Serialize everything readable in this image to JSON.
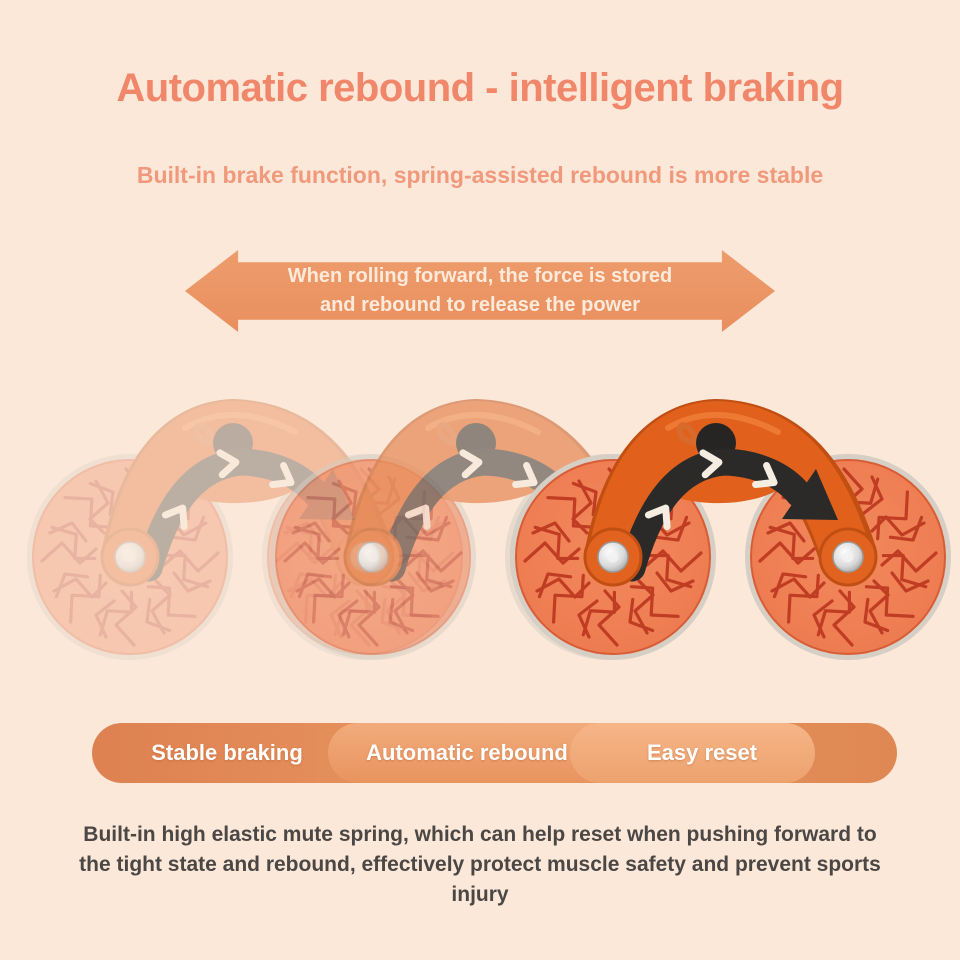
{
  "page": {
    "background": "#fbe8d9",
    "type": "product-promo-graphic"
  },
  "header": {
    "title": "Automatic rebound - intelligent braking",
    "subtitle": "Built-in brake function, spring-assisted rebound is more stable"
  },
  "banner": {
    "shape": "double-headed-arrow",
    "line1": "When rolling forward, the force is stored",
    "line2": "and rebound to release the power"
  },
  "product": {
    "illustration": "ab-roller-wheel",
    "motion_ghost_copies": 2,
    "rotation_arrow": "clockwise-rotation-arrow-with-chevrons"
  },
  "features": [
    {
      "label": "Stable braking"
    },
    {
      "label": "Automatic rebound"
    },
    {
      "label": "Easy reset"
    }
  ],
  "footer": {
    "description": "Built-in high elastic mute spring, which can help reset when pushing forward to the tight state and rebound, effectively protect muscle safety and prevent sports injury"
  },
  "colors": {
    "background": "#fbe8d9",
    "title": "#f1876a",
    "subtitle": "#f0997c",
    "banner_fill": "#ec9565",
    "banner_text": "#fdeada",
    "pill_dark": "#dd8150",
    "pill_light": "#f6b588",
    "pill_text": "#ffffff",
    "body_text": "#4b4745",
    "wheel_face": "#ee7a50",
    "wheel_tread": "#c03d24",
    "frame_orange": "#e0601c",
    "knob_arrow_black": "#2b2a29"
  }
}
